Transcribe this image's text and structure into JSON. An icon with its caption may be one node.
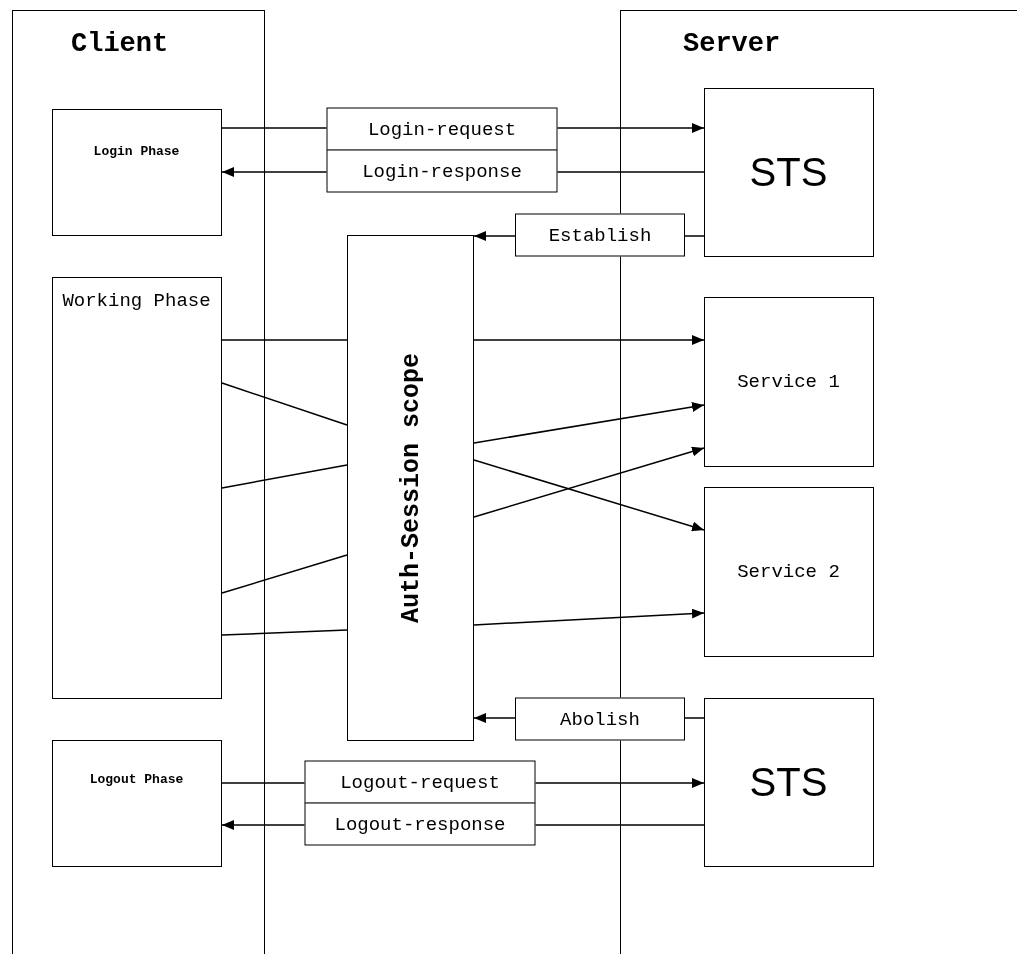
{
  "diagram": {
    "nodes": [
      {
        "text": [
          "Client"
        ]
      },
      {
        "text": [
          "Server"
        ]
      },
      {
        "text": [
          "Login Phase"
        ],
        "in": 0
      },
      {
        "text": [
          "Working Phase"
        ],
        "in": 0
      },
      {
        "text": [
          "Logout Phase"
        ],
        "in": 0
      },
      {
        "text": [
          "Auth-Session scope"
        ]
      },
      {
        "text": [
          "STS"
        ],
        "in": 1
      },
      {
        "text": [
          "Service 1"
        ],
        "in": 1
      },
      {
        "text": [
          "Service 2"
        ],
        "in": 1
      },
      {
        "text": [
          "STS"
        ],
        "in": 1
      }
    ],
    "edges": [
      {
        "from": 2,
        "to": 6,
        "arrow": "to",
        "label": "Login-request"
      },
      {
        "from": 6,
        "to": 2,
        "arrow": "to",
        "label": "Login-response"
      },
      {
        "from": 6,
        "to": 5,
        "arrow": "to",
        "label": "Establish"
      },
      {
        "from": 3,
        "to": 5,
        "arrow": "none"
      },
      {
        "from": 3,
        "to": 5,
        "arrow": "none"
      },
      {
        "from": 3,
        "to": 5,
        "arrow": "none"
      },
      {
        "from": 3,
        "to": 5,
        "arrow": "none"
      },
      {
        "from": 3,
        "to": 5,
        "arrow": "none"
      },
      {
        "from": 5,
        "to": 7,
        "arrow": "to"
      },
      {
        "from": 5,
        "to": 7,
        "arrow": "to"
      },
      {
        "from": 5,
        "to": 7,
        "arrow": "to"
      },
      {
        "from": 5,
        "to": 8,
        "arrow": "to"
      },
      {
        "from": 5,
        "to": 8,
        "arrow": "to"
      },
      {
        "from": 9,
        "to": 5,
        "arrow": "to",
        "label": "Abolish"
      },
      {
        "from": 4,
        "to": 9,
        "arrow": "to",
        "label": "Logout-request"
      },
      {
        "from": 9,
        "to": 4,
        "arrow": "to",
        "label": "Logout-response"
      }
    ]
  }
}
